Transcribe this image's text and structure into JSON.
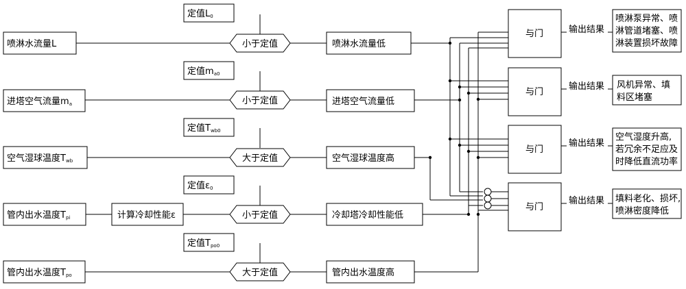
{
  "inputs": [
    {
      "label": "喷淋水流量",
      "var": "L",
      "sub": ""
    },
    {
      "label": "进塔空气流量",
      "var": "m",
      "sub": "a"
    },
    {
      "label": "空气湿球温度",
      "var": "T",
      "sub": "wb"
    },
    {
      "label": "管内出水温度",
      "var": "T",
      "sub": "pi"
    },
    {
      "label": "管内出水温度",
      "var": "T",
      "sub": "po"
    }
  ],
  "setpoints": [
    {
      "label": "定值",
      "var": "L",
      "sub": "0"
    },
    {
      "label": "定值",
      "var": "m",
      "sub": "a0"
    },
    {
      "label": "定值",
      "var": "T",
      "sub": "wb0"
    },
    {
      "label": "定值",
      "var": "ε",
      "sub": "0"
    },
    {
      "label": "定值",
      "var": "T",
      "sub": "po0"
    }
  ],
  "comparators": [
    "小于定值",
    "小于定值",
    "大于定值",
    "小于定值",
    "大于定值"
  ],
  "calc_box": "计算冷却性能ε",
  "conditions": [
    "喷淋水流量低",
    "进塔空气流量低",
    "空气湿球温度高",
    "冷却塔冷却性能低",
    "管内出水温度高"
  ],
  "and_gate_label": "与门",
  "output_label": "输出结果",
  "results": [
    [
      "喷淋泵异常、喷",
      "淋管道堵塞、喷",
      "淋装置损坏故障"
    ],
    [
      "风机异常、填",
      "料区堵塞"
    ],
    [
      "空气湿度升高,",
      "若冗余不足应及",
      "时降低直流功率"
    ],
    [
      "填料老化、损坏,",
      "喷淋密度降低"
    ]
  ]
}
